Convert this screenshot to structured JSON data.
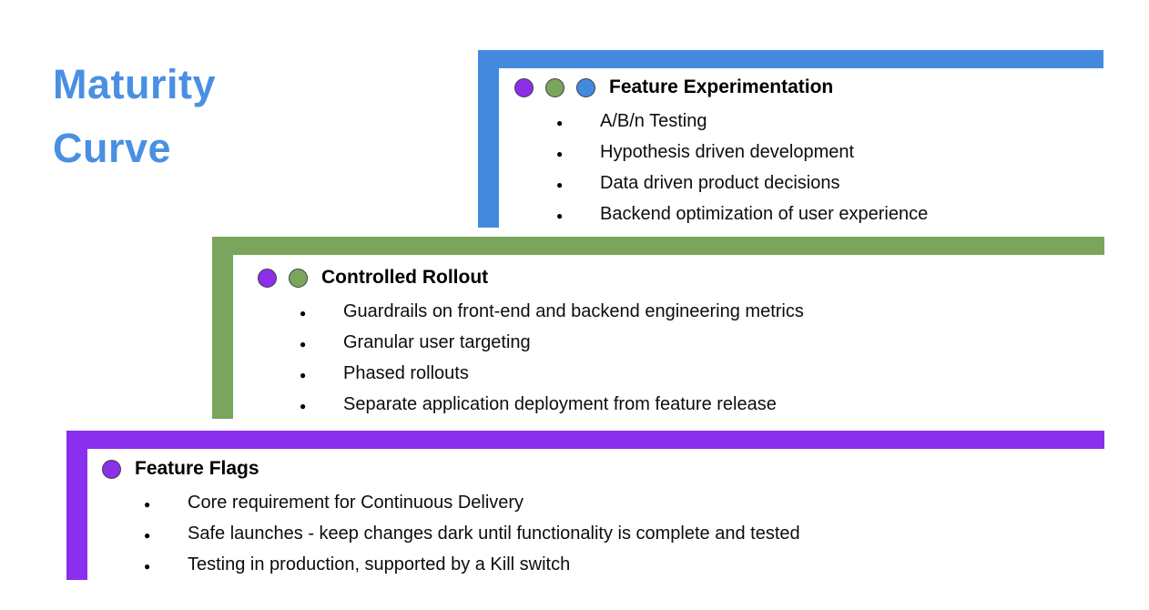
{
  "slide": {
    "title": {
      "line1": "Maturity",
      "line2": "Curve"
    },
    "title_color": "#4A90E2",
    "background": "#FFFFFF"
  },
  "colors": {
    "blue": "#438ADF",
    "green": "#7AA55C",
    "purple": "#8A2FED",
    "dot_border": "#3D4147"
  },
  "tiers": [
    {
      "id": "feature-experimentation",
      "label": "Feature Experimentation",
      "color": "#438ADF",
      "dots": [
        "#8B2FE8",
        "#7AA55C",
        "#438ADF"
      ],
      "bullets": [
        "A/B/n Testing",
        "Hypothesis driven development",
        "Data driven product decisions",
        "Backend optimization of user experience"
      ]
    },
    {
      "id": "controlled-rollout",
      "label": "Controlled Rollout",
      "color": "#7AA55C",
      "dots": [
        "#8B2FE8",
        "#7AA55C"
      ],
      "bullets": [
        "Guardrails on front-end and backend engineering metrics",
        "Granular user targeting",
        "Phased rollouts",
        "Separate application deployment from feature release"
      ]
    },
    {
      "id": "feature-flags",
      "label": "Feature Flags",
      "color": "#8A2FED",
      "dots": [
        "#8B2FE8"
      ],
      "bullets": [
        "Core requirement for Continuous Delivery",
        "Safe launches - keep changes dark until functionality is complete and tested",
        "Testing in production, supported by a Kill switch"
      ]
    }
  ],
  "bullet_glyph": "●"
}
